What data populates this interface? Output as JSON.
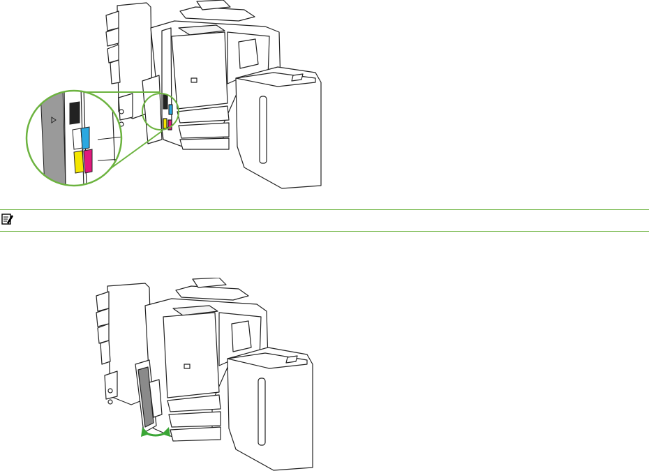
{
  "note": {
    "icon": "note-icon",
    "text": ""
  },
  "figures": [
    {
      "id": "figure-toner-location",
      "description_icon": "printer-with-magnified-toner-cartridges",
      "toner_colors": [
        "#222222",
        "#2aa8e0",
        "#f4e600",
        "#e0197d"
      ]
    },
    {
      "id": "figure-open-front-door",
      "description_icon": "printer-with-front-door-open",
      "arrow_color": "#3aa635"
    }
  ],
  "colors": {
    "accent_rule": "#6cb33f",
    "line": "#222222",
    "panel_gray": "#8a8a8a"
  }
}
